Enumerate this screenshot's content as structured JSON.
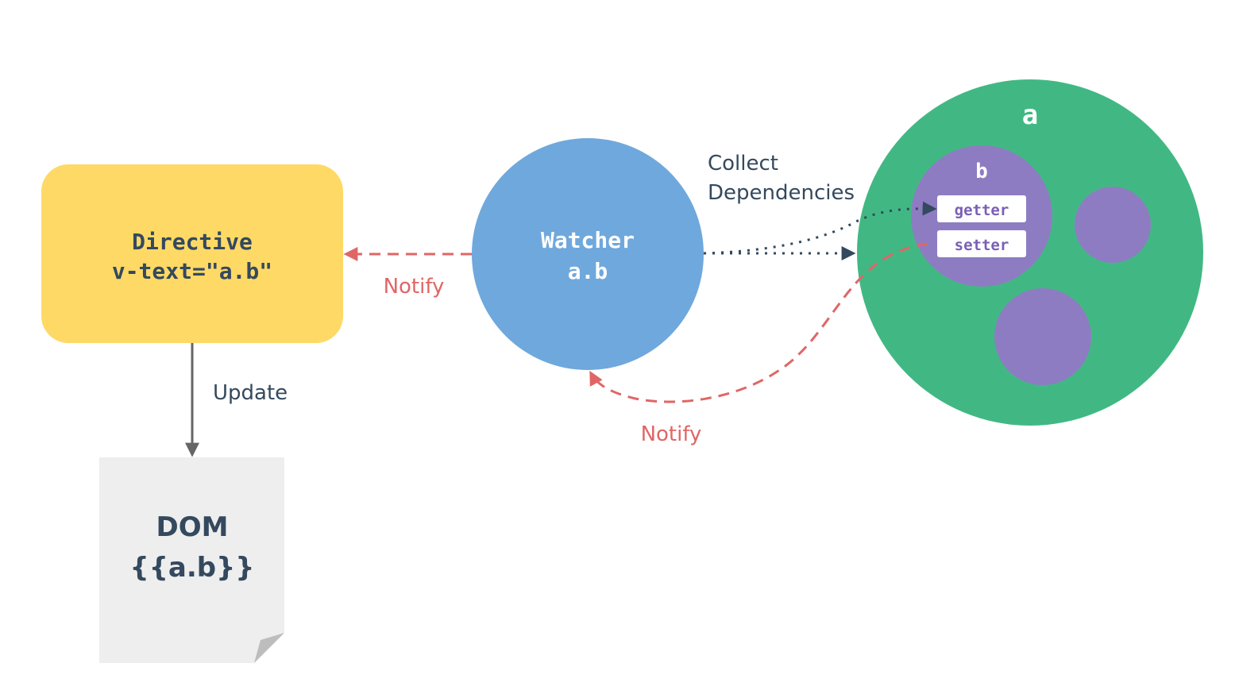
{
  "directive": {
    "line1": "Directive",
    "line2": "v-text=\"a.b\""
  },
  "watcher": {
    "line1": "Watcher",
    "line2": "a.b"
  },
  "dom": {
    "line1": "DOM",
    "line2": "{{a.b}}"
  },
  "data_object": {
    "outer_label": "a",
    "inner_label": "b",
    "getter": "getter",
    "setter": "setter"
  },
  "labels": {
    "notify_top": "Notify",
    "notify_bottom": "Notify",
    "update": "Update",
    "collect_line1": "Collect",
    "collect_line2": "Dependencies"
  },
  "colors": {
    "directive": "#fed966",
    "watcher": "#6fa8dc",
    "data_object": "#41b883",
    "property": "#8e7cc3",
    "dom": "#eeeeee",
    "notify": "#e06666",
    "text_dark": "#34495e",
    "update_arrow": "#666666"
  }
}
